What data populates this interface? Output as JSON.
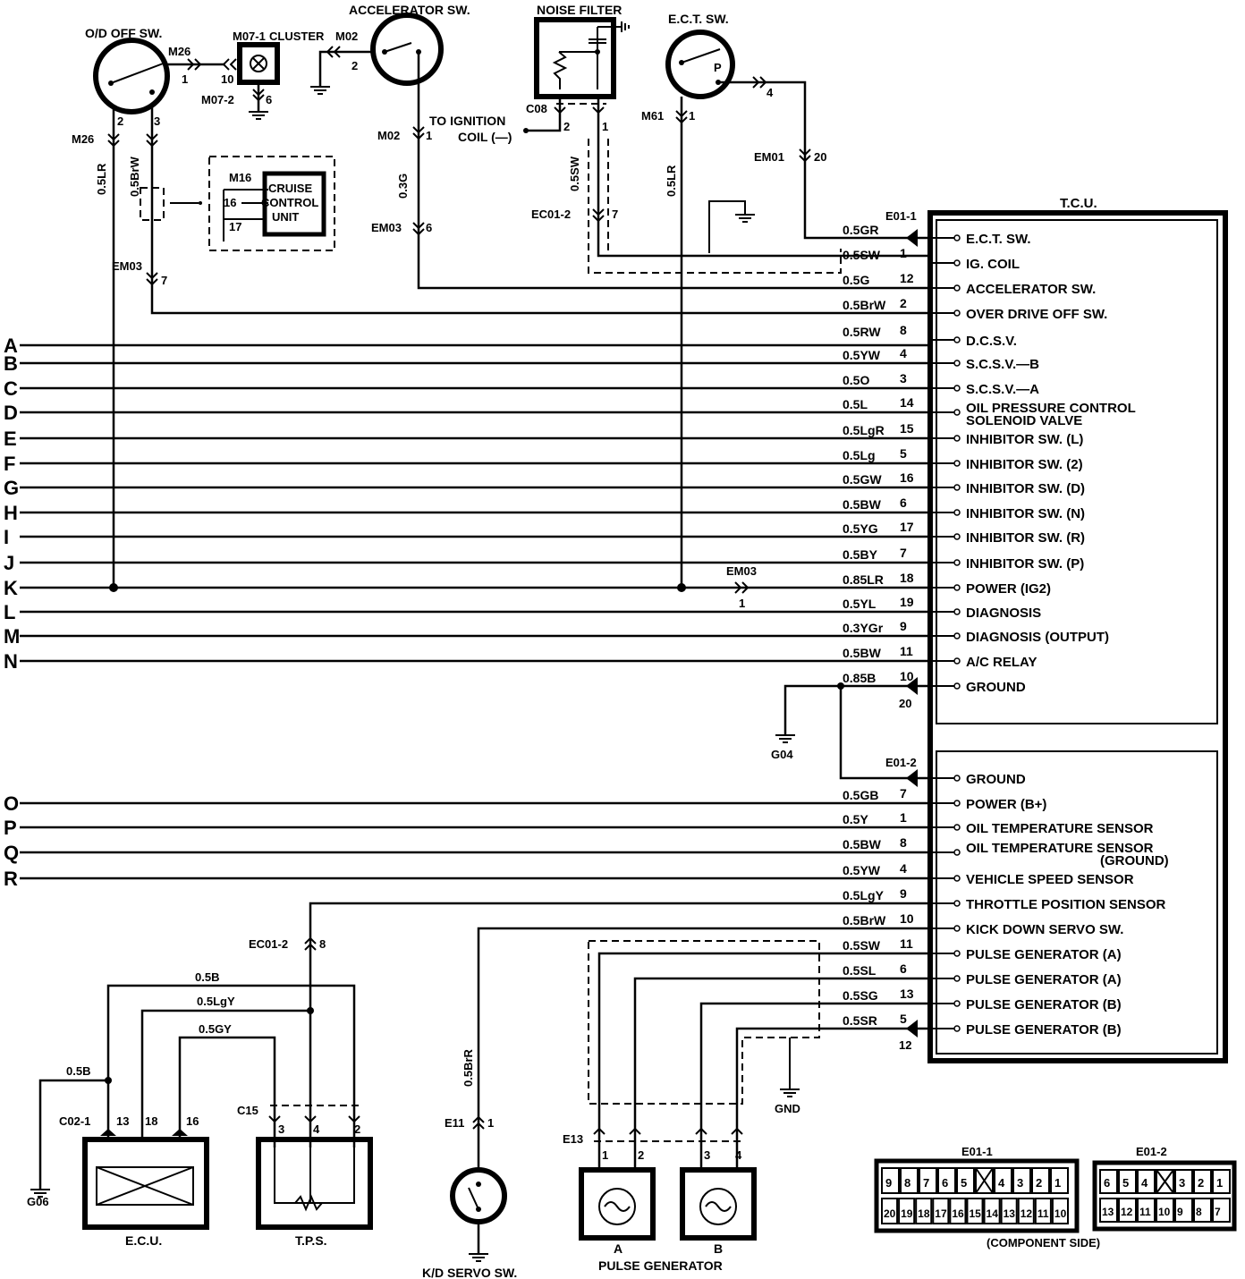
{
  "tcu": {
    "title": "T.C.U.",
    "conn1_label": "E01-1",
    "conn2_label": "E01-2",
    "ground_pin_extra": "20",
    "pg_b_pin_extra": "12",
    "upper": [
      {
        "pin": "",
        "wire": "0.5GR",
        "label": "E.C.T. SW."
      },
      {
        "pin": "1",
        "wire": "0.5SW",
        "label": "IG. COIL"
      },
      {
        "pin": "12",
        "wire": "0.5G",
        "label": "ACCELERATOR SW."
      },
      {
        "pin": "2",
        "wire": "0.5BrW",
        "label": "OVER DRIVE OFF SW."
      },
      {
        "pin": "8",
        "wire": "0.5RW",
        "label": "D.C.S.V."
      },
      {
        "pin": "4",
        "wire": "0.5YW",
        "label": "S.C.S.V.—B"
      },
      {
        "pin": "3",
        "wire": "0.5O",
        "label": "S.C.S.V.—A"
      },
      {
        "pin": "14",
        "wire": "0.5L",
        "label": "OIL PRESSURE CONTROL",
        "label2": "SOLENOID VALVE"
      },
      {
        "pin": "15",
        "wire": "0.5LgR",
        "label": "INHIBITOR SW. (L)"
      },
      {
        "pin": "5",
        "wire": "0.5Lg",
        "label": "INHIBITOR SW. (2)"
      },
      {
        "pin": "16",
        "wire": "0.5GW",
        "label": "INHIBITOR SW. (D)"
      },
      {
        "pin": "6",
        "wire": "0.5BW",
        "label": "INHIBITOR SW. (N)"
      },
      {
        "pin": "17",
        "wire": "0.5YG",
        "label": "INHIBITOR SW. (R)"
      },
      {
        "pin": "7",
        "wire": "0.5BY",
        "label": "INHIBITOR SW. (P)"
      },
      {
        "pin": "18",
        "wire": "0.85LR",
        "label": "POWER (IG2)"
      },
      {
        "pin": "19",
        "wire": "0.5YL",
        "label": "DIAGNOSIS"
      },
      {
        "pin": "9",
        "wire": "0.3YGr",
        "label": "DIAGNOSIS (OUTPUT)"
      },
      {
        "pin": "11",
        "wire": "0.5BW",
        "label": "A/C RELAY"
      },
      {
        "pin": "10",
        "wire": "0.85B",
        "label": "GROUND"
      }
    ],
    "lower": [
      {
        "pin": "",
        "wire": "",
        "label": "GROUND"
      },
      {
        "pin": "7",
        "wire": "0.5GB",
        "label": "POWER (B+)"
      },
      {
        "pin": "1",
        "wire": "0.5Y",
        "label": "OIL TEMPERATURE SENSOR"
      },
      {
        "pin": "8",
        "wire": "0.5BW",
        "label": "OIL TEMPERATURE SENSOR",
        "label2": "(GROUND)"
      },
      {
        "pin": "4",
        "wire": "0.5YW",
        "label": "VEHICLE SPEED SENSOR"
      },
      {
        "pin": "9",
        "wire": "0.5LgY",
        "label": "THROTTLE POSITION SENSOR"
      },
      {
        "pin": "10",
        "wire": "0.5BrW",
        "label": "KICK DOWN SERVO SW."
      },
      {
        "pin": "11",
        "wire": "0.5SW",
        "label": "PULSE GENERATOR (A)"
      },
      {
        "pin": "6",
        "wire": "0.5SL",
        "label": "PULSE GENERATOR (A)"
      },
      {
        "pin": "13",
        "wire": "0.5SG",
        "label": "PULSE GENERATOR (B)"
      },
      {
        "pin": "5",
        "wire": "0.5SR",
        "label": "PULSE GENERATOR (B)"
      }
    ]
  },
  "left_letters": [
    "A",
    "B",
    "C",
    "D",
    "E",
    "F",
    "G",
    "H",
    "I",
    "J",
    "K",
    "L",
    "M",
    "N"
  ],
  "left_letters2": [
    "O",
    "P",
    "Q",
    "R"
  ],
  "components": {
    "od_off_sw": "O/D OFF SW.",
    "m26": "M26",
    "m26_pin1": "1",
    "m26b": "M26",
    "m26b_pin2": "2",
    "m26b_pin3": "3",
    "m07_1": "M07-1",
    "cluster": "CLUSTER",
    "m07_pin10": "10",
    "m07_2": "M07-2",
    "m07_pin6": "6",
    "accel_sw": "ACCELERATOR SW.",
    "m02": "M02",
    "m02_pin2": "2",
    "m02b": "M02",
    "m02b_pin1": "1",
    "to_ignition": "TO IGNITION",
    "coil": "COIL (—)",
    "noise_filter": "NOISE FILTER",
    "c08": "C08",
    "c08_pin2": "2",
    "c08_pin1": "1",
    "ect_sw": "E.C.T. SW.",
    "ect_p": "P",
    "ect_pin4": "4",
    "m61": "M61",
    "m61_pin1": "1",
    "em01": "EM01",
    "em01_pin20": "20",
    "ec01_2": "EC01-2",
    "ec01_pin7": "7",
    "em03a": "EM03",
    "em03a_pin6": "6",
    "em03b": "EM03",
    "em03b_pin7": "7",
    "em03c": "EM03",
    "em03c_pin1": "1",
    "cruise_m16": "M16",
    "cruise_16": "16",
    "cruise_17": "17",
    "cruise1": "CRUISE",
    "cruise2": "CONTROL",
    "cruise3": "UNIT",
    "g04": "G04",
    "ec01_2b": "EC01-2",
    "ec01b_pin8": "8",
    "ecu": "E.C.U.",
    "c02_1": "C02-1",
    "c02_13": "13",
    "c02_18": "18",
    "c02_16": "16",
    "g06": "G06",
    "tps": "T.P.S.",
    "c15": "C15",
    "c15_3": "3",
    "c15_4": "4",
    "c15_2": "2",
    "kd_sw": "K/D SERVO SW.",
    "e11": "E11",
    "e11_pin1": "1",
    "e13": "E13",
    "e13_1": "1",
    "e13_2": "2",
    "e13_3": "3",
    "e13_4": "4",
    "pg_a": "A",
    "pg_b": "B",
    "pulse_gen": "PULSE GENERATOR",
    "gnd": "GND",
    "component_side": "(COMPONENT SIDE)",
    "e01_1_title": "E01-1",
    "e01_2_title": "E01-2"
  },
  "wires": {
    "od_2": "0.5LR",
    "od_3": "0.5BrW",
    "accel": "0.3G",
    "noise": "0.5SW",
    "m61": "0.5LR",
    "ecu_b": "0.5B",
    "ecu_lgy": "0.5LgY",
    "ecu_gy": "0.5GY",
    "ecu_gnd": "0.5B",
    "kd": "0.5BrR"
  },
  "conn_e01_1": {
    "top": [
      "9",
      "8",
      "7",
      "6",
      "5",
      "",
      "4",
      "3",
      "2",
      "1"
    ],
    "bottom": [
      "20",
      "19",
      "18",
      "17",
      "16",
      "15",
      "14",
      "13",
      "12",
      "11",
      "10"
    ]
  },
  "conn_e01_2": {
    "top": [
      "6",
      "5",
      "4",
      "",
      "3",
      "2",
      "1"
    ],
    "bottom": [
      "13",
      "12",
      "11",
      "10",
      "9",
      "8",
      "7"
    ]
  }
}
